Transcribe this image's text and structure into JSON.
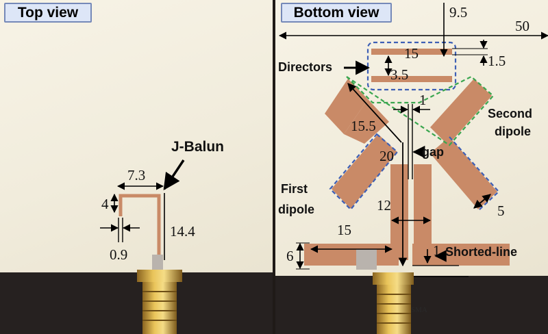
{
  "panels": {
    "top_view": {
      "title": "Top view",
      "labels": {
        "jbalun": "J-Balun",
        "width": "7.3",
        "arm": "4",
        "strip": "0.9",
        "length": "14.4"
      }
    },
    "bottom_view": {
      "title": "Bottom view",
      "labels": {
        "board_width": "50",
        "spacing": "9.5",
        "director_length": "15",
        "director_width": "1.5",
        "director_gap": "3.5",
        "directors": "Directors",
        "feed_gap": "1",
        "arm_length": "15.5",
        "angle": "20",
        "gap": "gap",
        "second_dipole_line1": "Second",
        "second_dipole_line2": "dipole",
        "first_dipole_line1": "First",
        "first_dipole_line2": "dipole",
        "separation": "12",
        "arm_width": "5",
        "line_length": "15",
        "line_height": "6",
        "shorted_width": "1",
        "shorted_line": "Shorted-line",
        "connector": "SMA"
      }
    }
  },
  "colors": {
    "copper": "#c98a67",
    "copper_dark": "#a86b4c",
    "board": "#f3efe0",
    "title_fill": "#dde6f7",
    "title_border": "#7589b8",
    "director_box": "#3d5fb5",
    "dipole_green": "#3aa64f",
    "dipole_blue": "#3d5fb5",
    "connector_gold": "#d4a53c"
  },
  "icons": {
    "connector": "sma-connector-icon",
    "arrow": "arrow-icon"
  }
}
